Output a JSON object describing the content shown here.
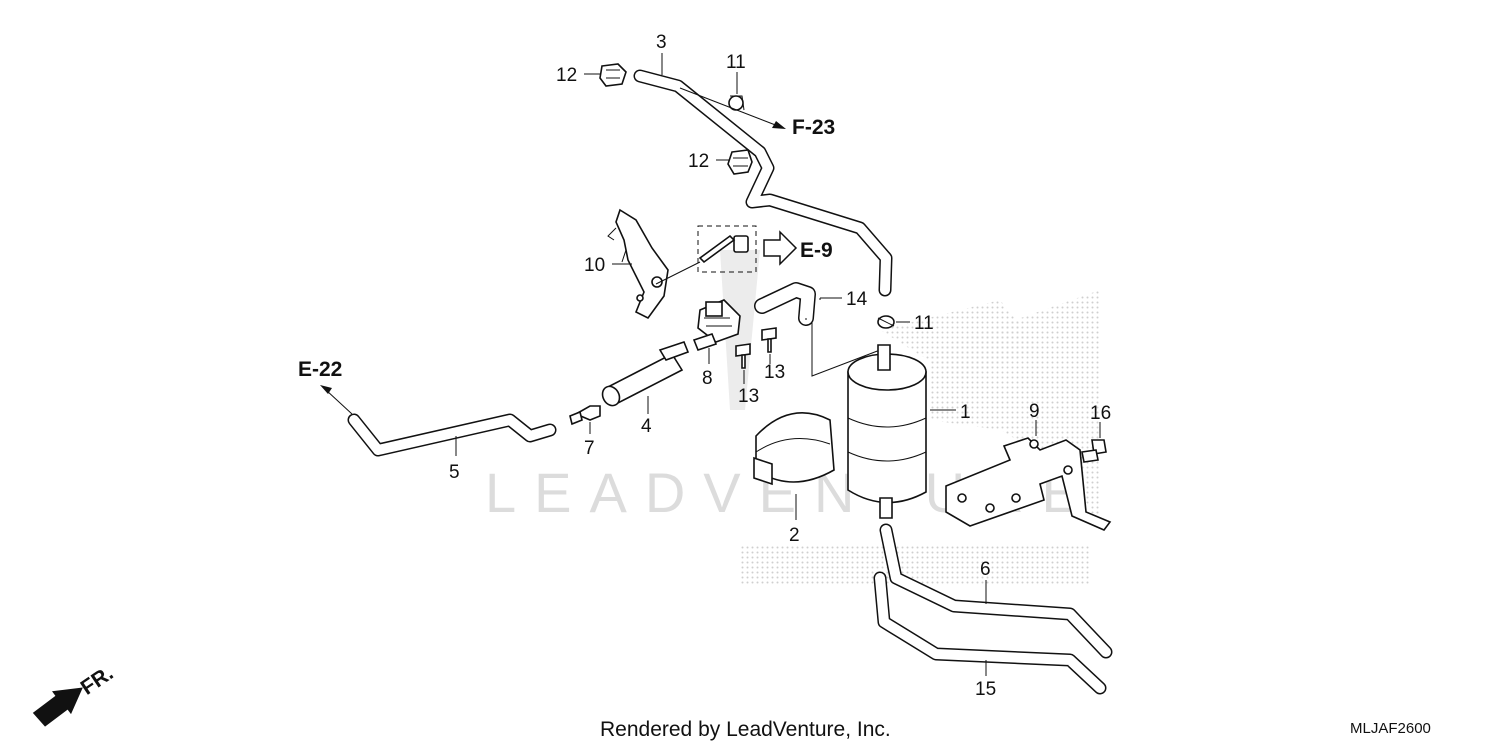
{
  "watermark": "LEADVENTURE",
  "callouts": [
    "1",
    "2",
    "3",
    "4",
    "5",
    "6",
    "7",
    "8",
    "9",
    "10",
    "11",
    "11",
    "12",
    "12",
    "13",
    "13",
    "14",
    "15",
    "16"
  ],
  "refs": {
    "e22": "E-22",
    "f23": "F-23",
    "e9": "E-9",
    "fr": "FR."
  },
  "footer": "Rendered by LeadVenture, Inc.",
  "diagram_code": "MLJAF2600"
}
